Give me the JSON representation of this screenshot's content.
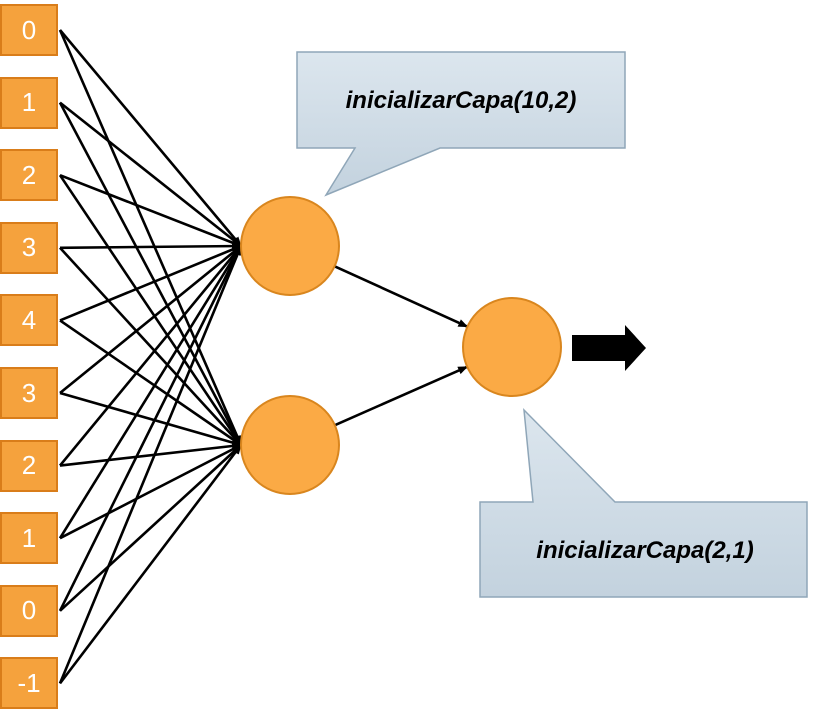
{
  "colors": {
    "input_fill": "#F5A23D",
    "node_fill": "#FBAA45",
    "node_stroke": "#D9861E",
    "callout_fill_top": "#DCE6EE",
    "callout_fill_bottom": "#C3D2DE",
    "callout_stroke": "#8FA6B8",
    "edge_color": "#000000"
  },
  "inputs": [
    "0",
    "1",
    "2",
    "3",
    "4",
    "3",
    "2",
    "1",
    "0",
    "-1"
  ],
  "hidden_layer": {
    "nodes": 2
  },
  "output_layer": {
    "nodes": 1
  },
  "callouts": {
    "hidden": "inicializarCapa(10,2)",
    "output": "inicializarCapa(2,1)"
  },
  "output_arrow_icon": "arrow-right-icon"
}
